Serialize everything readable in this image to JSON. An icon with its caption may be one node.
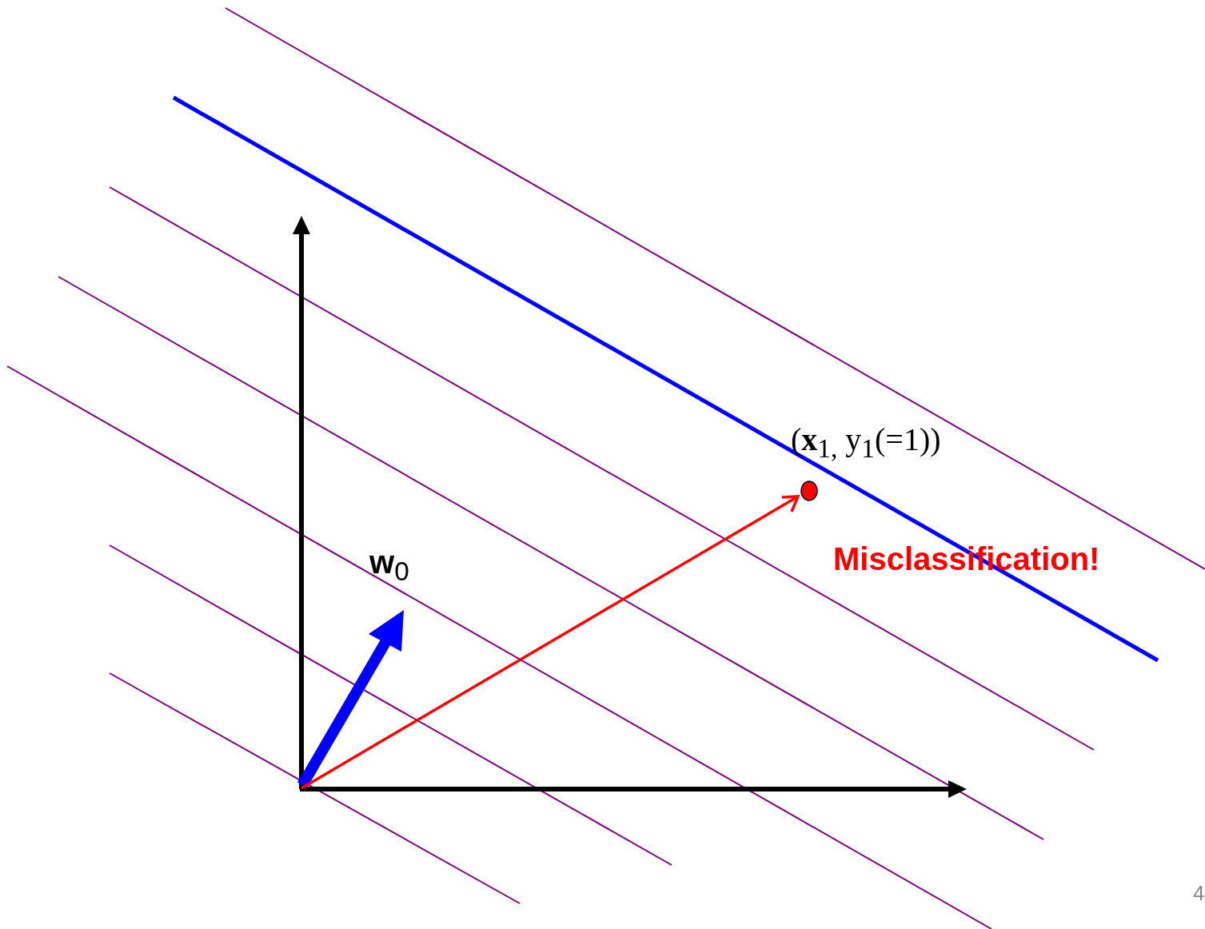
{
  "diagram": {
    "labels": [
      "(**x**$_{1,}$ y$_{1}$(=1))",
      "**w**$_{0}$",
      "Misclassification!",
      "4"
    ]
  }
}
